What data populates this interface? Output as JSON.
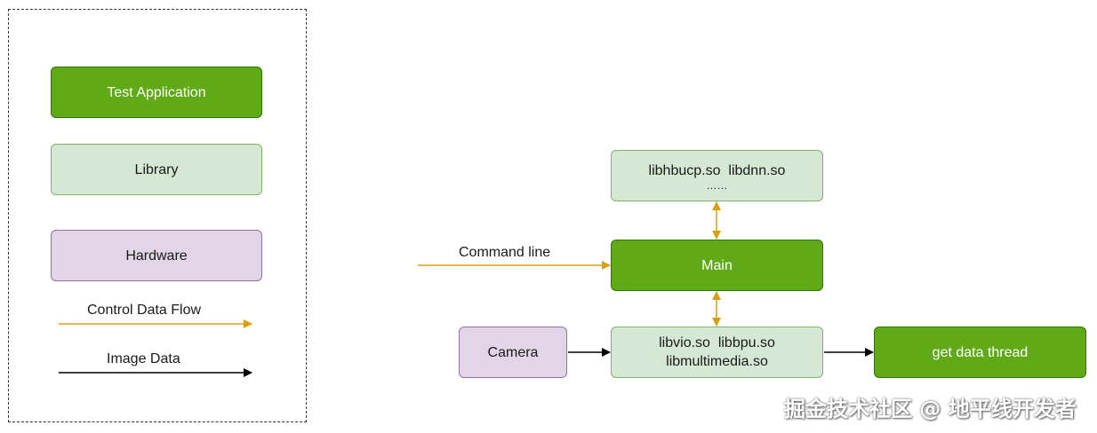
{
  "legend": {
    "test_application": "Test Application",
    "library": "Library",
    "hardware": "Hardware",
    "control_data_flow": "Control Data Flow",
    "image_data": "Image Data"
  },
  "diagram": {
    "libs_top_line1": "libhbucp.so  libdnn.so",
    "libs_top_line2": "……",
    "command_line": "Command line",
    "main": "Main",
    "camera": "Camera",
    "libs_bottom_line1": "libvio.so  libbpu.so",
    "libs_bottom_line2": "libmultimedia.so",
    "get_data_thread": "get data thread"
  },
  "colors": {
    "application_fill": "#60a917",
    "library_fill": "#d5e8d4",
    "hardware_fill": "#e1d5e7",
    "control_flow": "#d6a012",
    "image_flow": "#000000"
  },
  "watermark": "掘金技术社区 @ 地平线开发者"
}
